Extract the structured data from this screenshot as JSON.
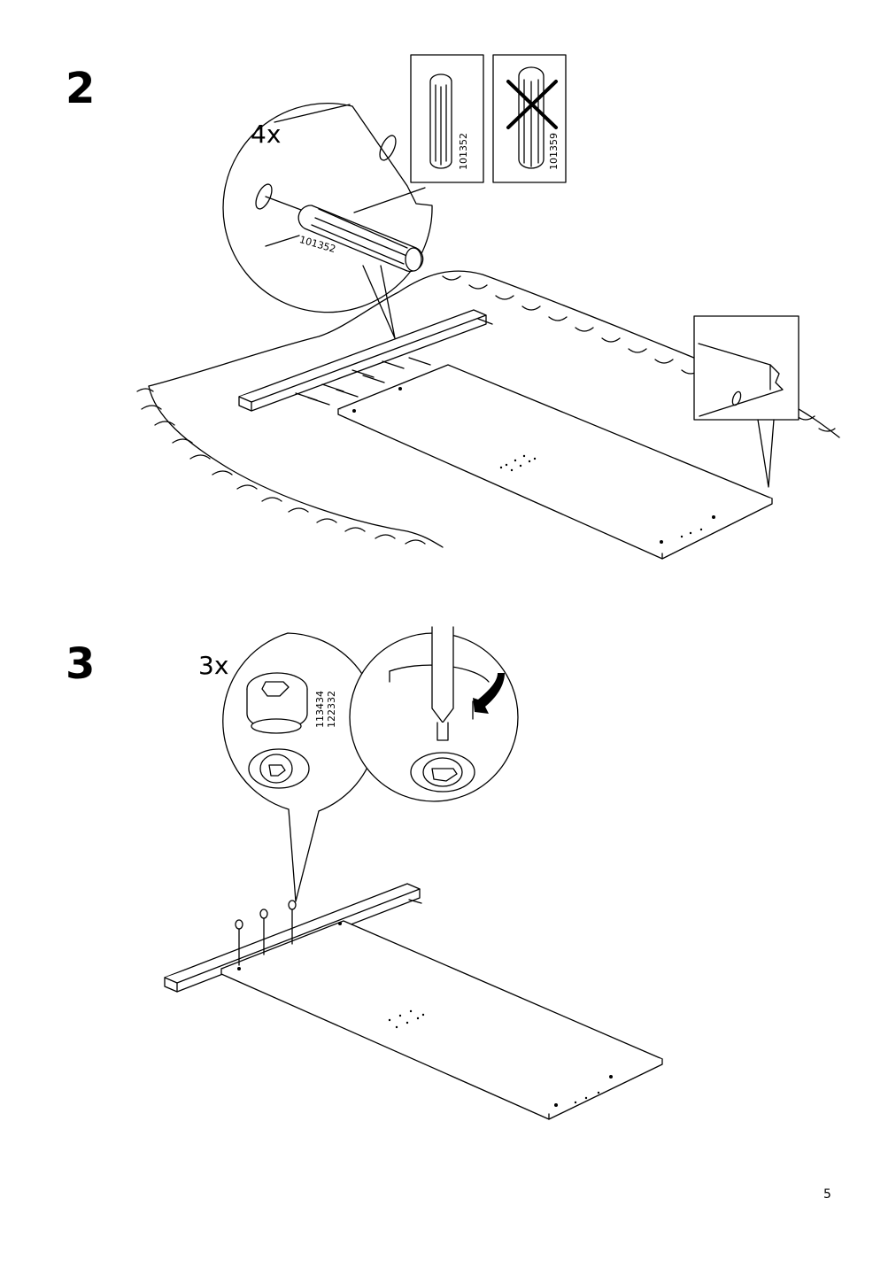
{
  "page": {
    "page_number": "5"
  },
  "step2": {
    "number": "2",
    "quantity": "4x",
    "dowel_code": "101352",
    "correct_part_code": "101352",
    "wrong_part_code": "101359"
  },
  "step3": {
    "number": "3",
    "quantity": "3x",
    "cam_lock_code_1": "113434",
    "cam_lock_code_2": "122332"
  }
}
